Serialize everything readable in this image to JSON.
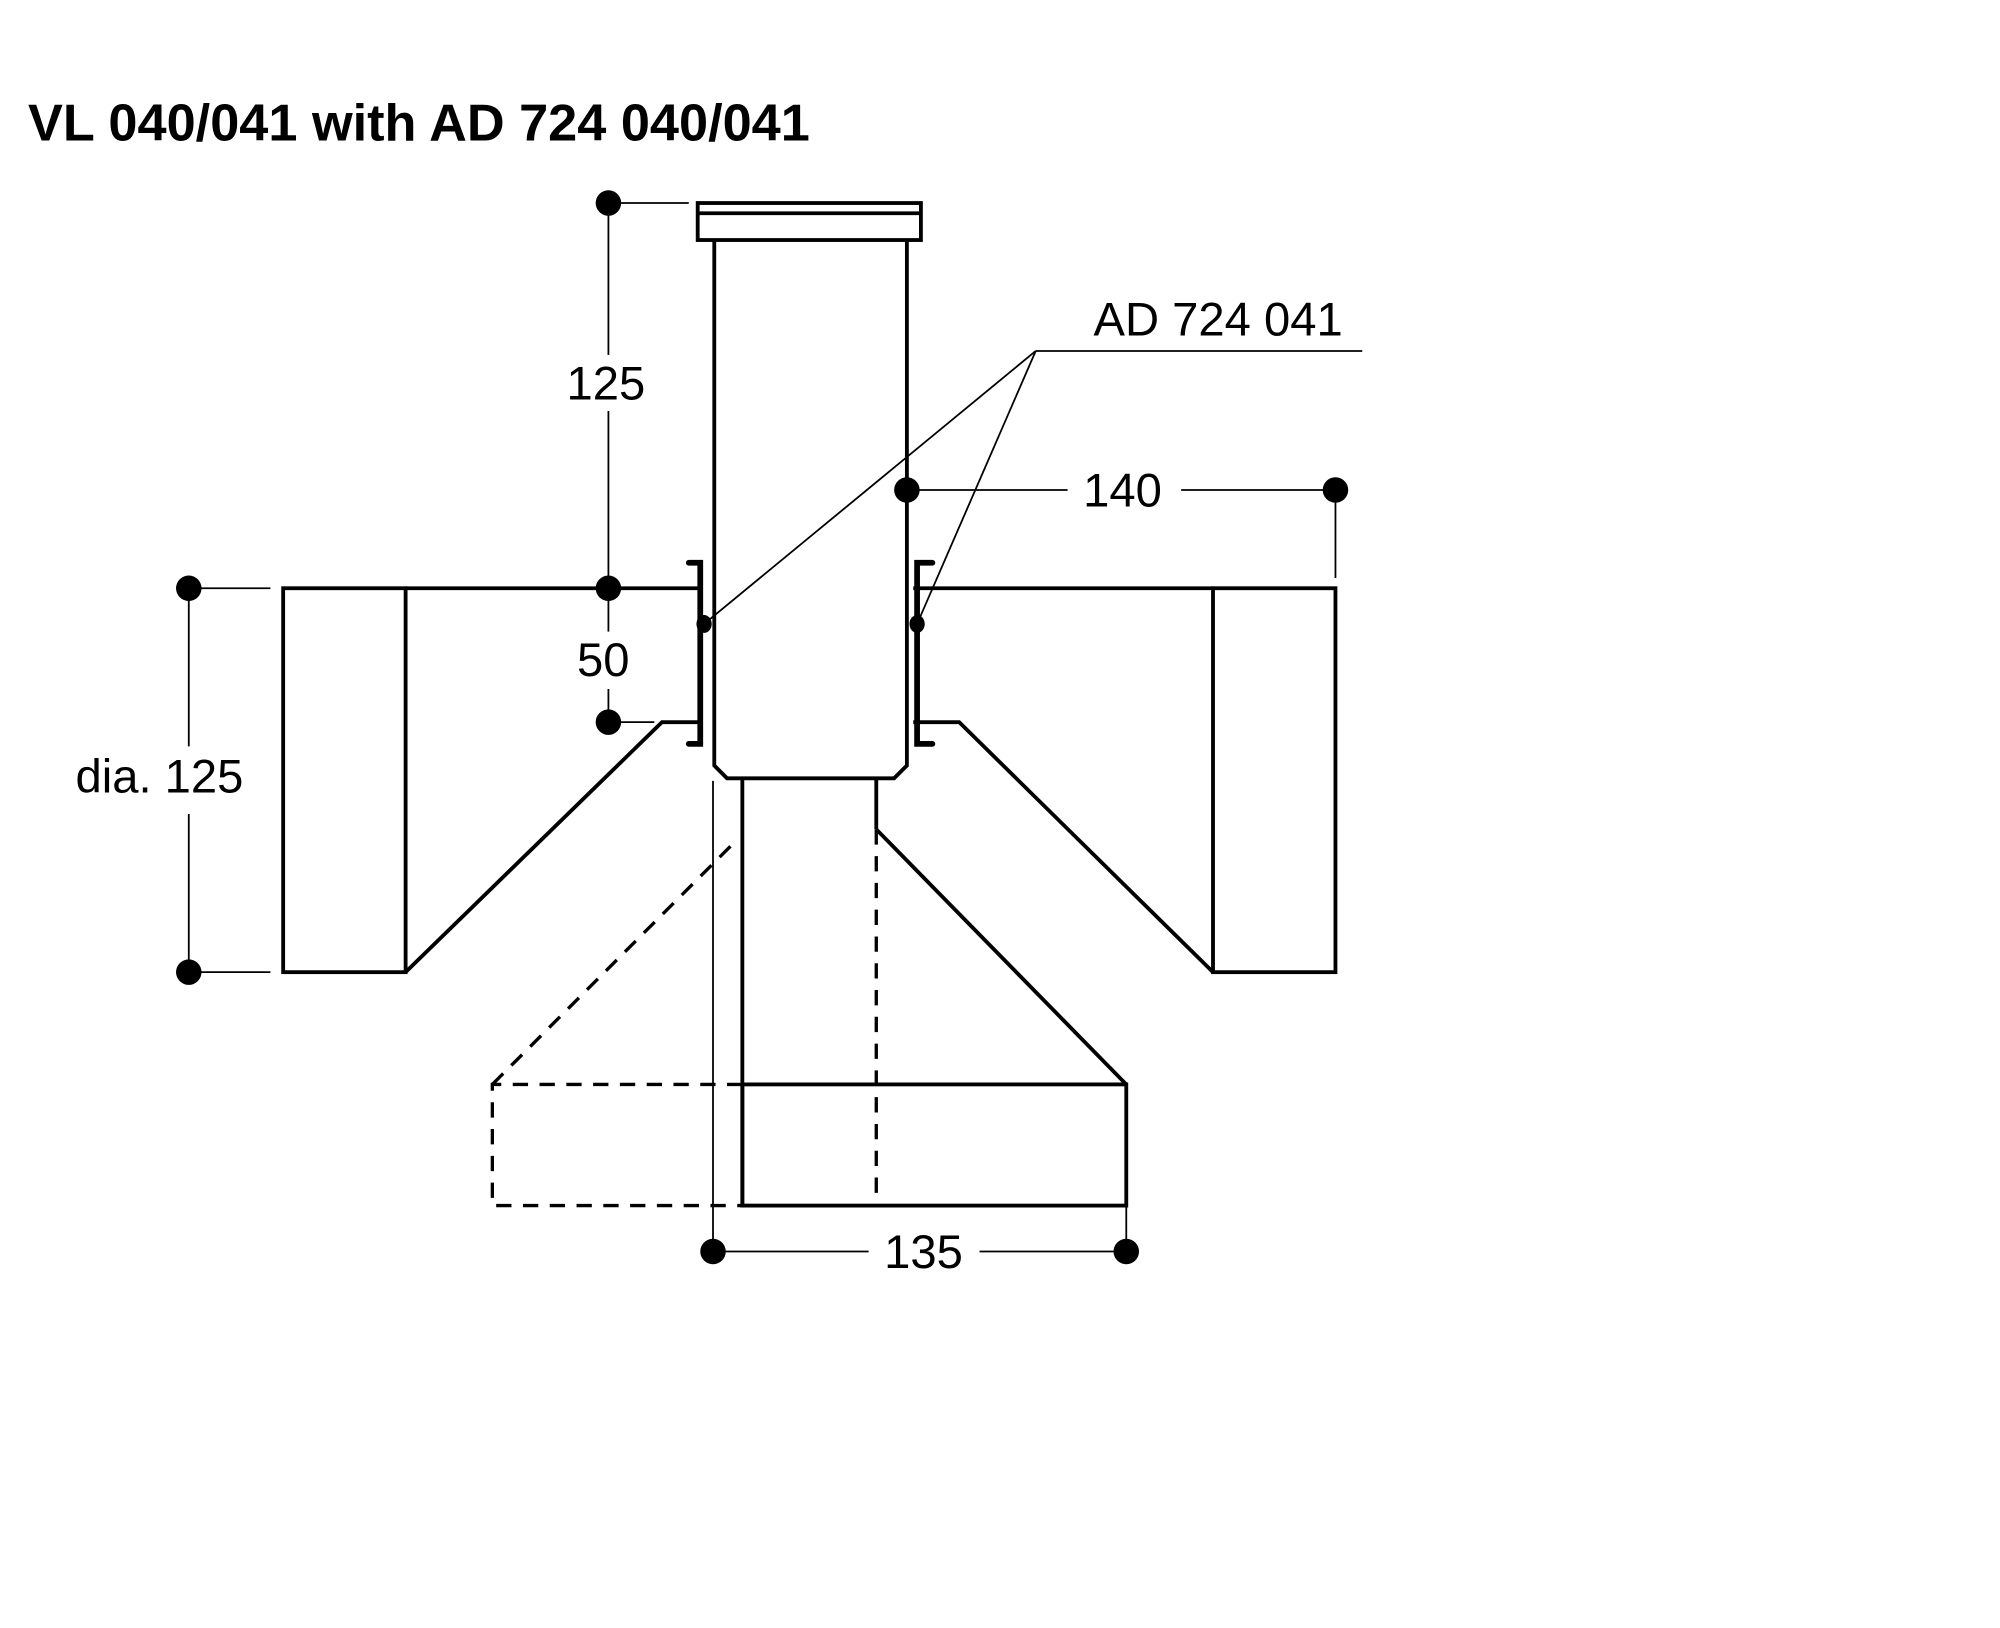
{
  "title": "VL 040/041 with AD 724 040/041",
  "callout": "AD 724 041",
  "dimensions": {
    "top_height": "125",
    "mid_height": "50",
    "diameter": "dia. 125",
    "width_right": "140",
    "width_bottom": "135"
  }
}
